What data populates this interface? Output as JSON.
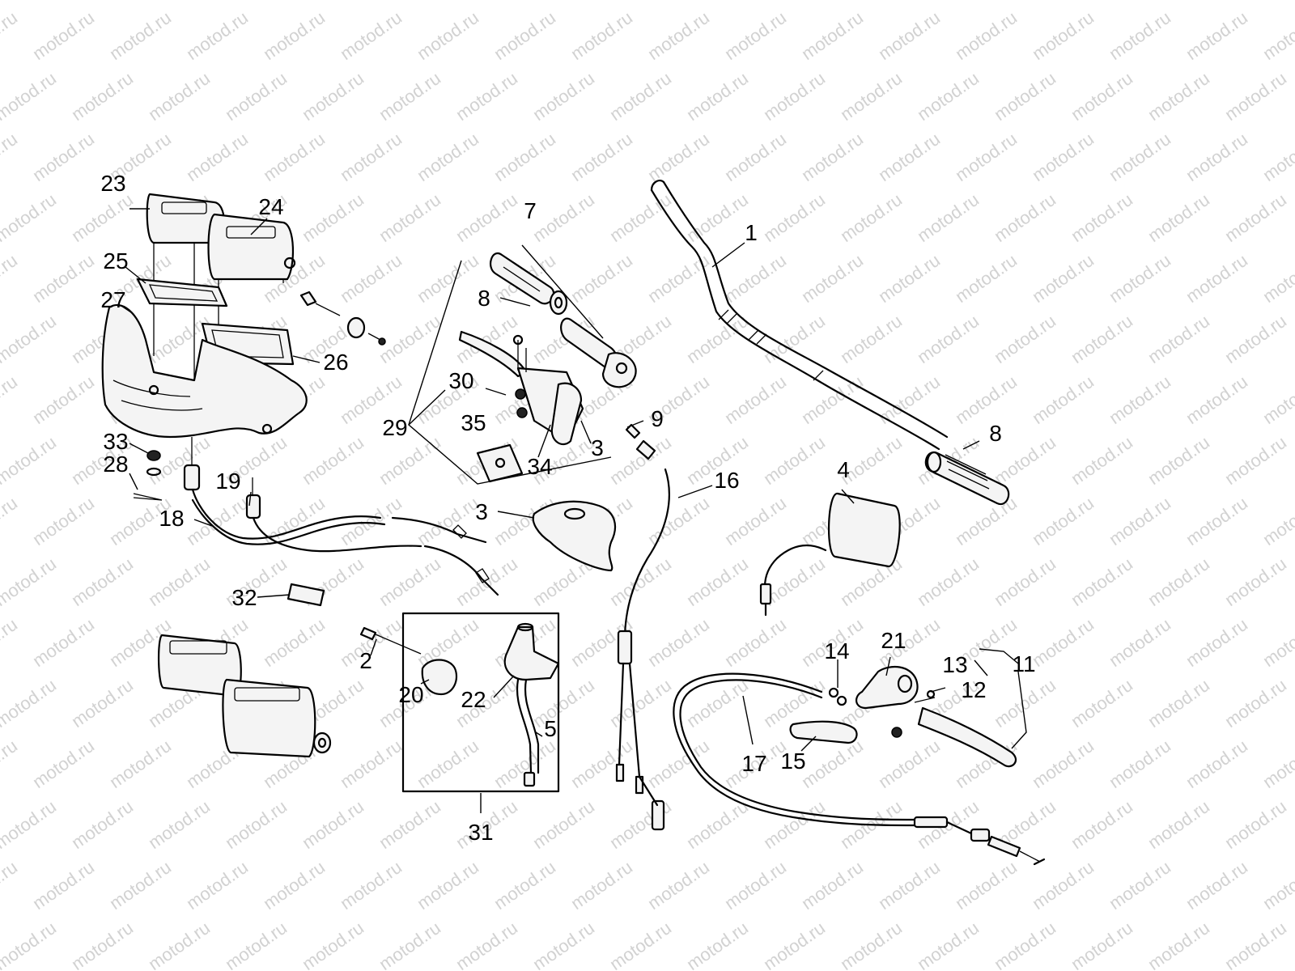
{
  "watermark": {
    "text": "motod.ru",
    "color": "#d2d2d2"
  },
  "callouts": [
    {
      "id": "1",
      "label": "1"
    },
    {
      "id": "2",
      "label": "2"
    },
    {
      "id": "3a",
      "label": "3"
    },
    {
      "id": "3b",
      "label": "3"
    },
    {
      "id": "4",
      "label": "4"
    },
    {
      "id": "5",
      "label": "5"
    },
    {
      "id": "7",
      "label": "7"
    },
    {
      "id": "8a",
      "label": "8"
    },
    {
      "id": "8b",
      "label": "8"
    },
    {
      "id": "9",
      "label": "9"
    },
    {
      "id": "11",
      "label": "11"
    },
    {
      "id": "12",
      "label": "12"
    },
    {
      "id": "13",
      "label": "13"
    },
    {
      "id": "14",
      "label": "14"
    },
    {
      "id": "15",
      "label": "15"
    },
    {
      "id": "16",
      "label": "16"
    },
    {
      "id": "17",
      "label": "17"
    },
    {
      "id": "18",
      "label": "18"
    },
    {
      "id": "19",
      "label": "19"
    },
    {
      "id": "20",
      "label": "20"
    },
    {
      "id": "21",
      "label": "21"
    },
    {
      "id": "22",
      "label": "22"
    },
    {
      "id": "23",
      "label": "23"
    },
    {
      "id": "24",
      "label": "24"
    },
    {
      "id": "25",
      "label": "25"
    },
    {
      "id": "26",
      "label": "26"
    },
    {
      "id": "27",
      "label": "27"
    },
    {
      "id": "28",
      "label": "28"
    },
    {
      "id": "29",
      "label": "29"
    },
    {
      "id": "30",
      "label": "30"
    },
    {
      "id": "31",
      "label": "31"
    },
    {
      "id": "32",
      "label": "32"
    },
    {
      "id": "33",
      "label": "33"
    },
    {
      "id": "34",
      "label": "34"
    },
    {
      "id": "35",
      "label": "35"
    }
  ]
}
